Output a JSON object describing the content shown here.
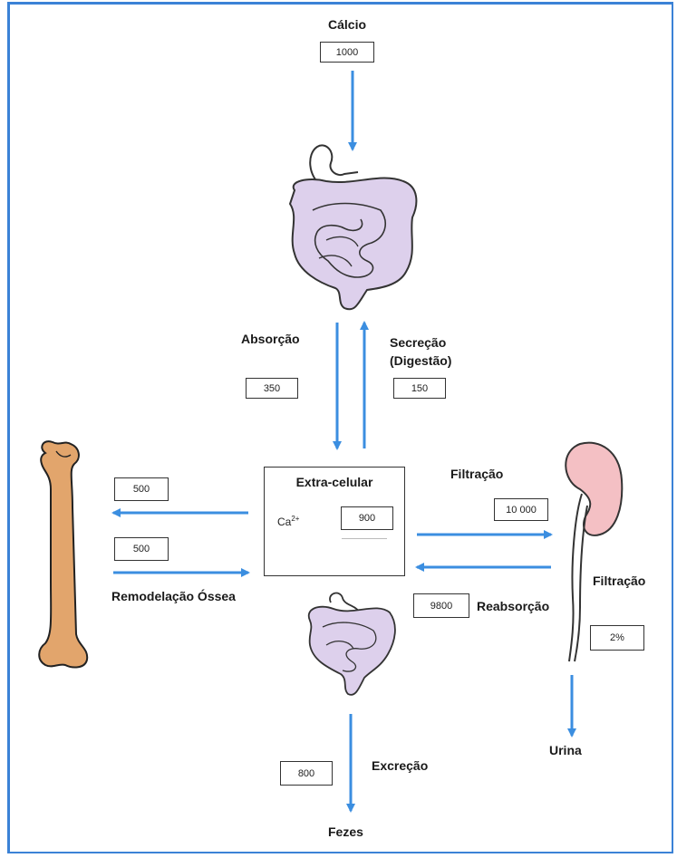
{
  "labels": {
    "calcio": "Cálcio",
    "absorcao": "Absorção",
    "secrecao": "Secreção",
    "digestao": "(Digestão)",
    "extracelular": "Extra-celular",
    "ion": "Ca",
    "ion_charge": "2+",
    "filtracao_top": "Filtração",
    "filtracao_right": "Filtração",
    "reabsorcao": "Reabsorção",
    "remodelacao": "Remodelação Óssea",
    "excrecao": "Excreção",
    "fezes": "Fezes",
    "urina": "Urina"
  },
  "values": {
    "intake": "1000",
    "absorption": "350",
    "secretion": "150",
    "extracellular": "900",
    "bone_out": "500",
    "bone_in": "500",
    "filtration": "10 000",
    "reabsorption": "9800",
    "urine_fraction": "2%",
    "excretion": "800"
  },
  "colors": {
    "arrow": "#3b8ee0",
    "intestine_fill": "#ddd0ec",
    "bone_fill": "#e2a56c",
    "kidney_fill": "#f4c0c4",
    "frame": "#3b82d6"
  },
  "icons": [
    "large-intestine-icon",
    "small-intestine-icon",
    "bone-icon",
    "kidney-icon"
  ]
}
